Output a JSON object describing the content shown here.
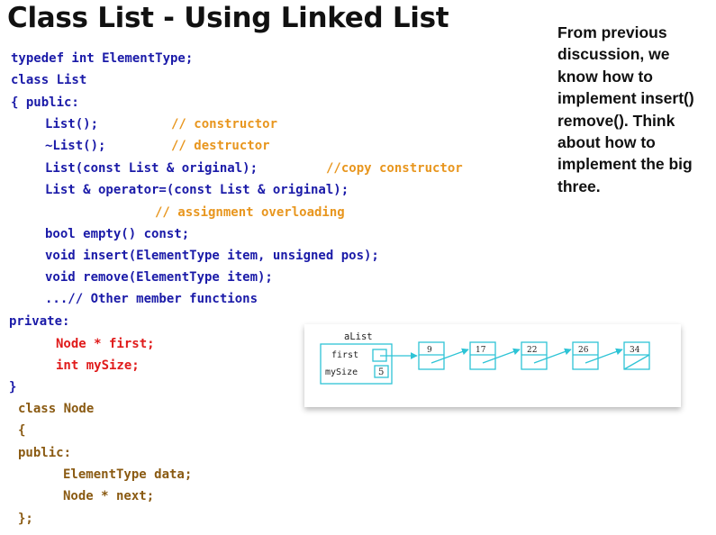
{
  "title": "Class List - Using Linked List",
  "note": "From previous discussion, we know how to implement insert() remove(). Think about how to implement the big three.",
  "code": {
    "typedef": "typedef int ElementType;",
    "class_decl": "class List",
    "public_open": "{ public:",
    "ctor": "List();",
    "ctor_comment": "// constructor",
    "dtor": "~List();",
    "dtor_comment": "// destructor",
    "copy_ctor": "List(const List & original);",
    "copy_ctor_comment": "//copy constructor",
    "assign": "List & operator=(const List & original);",
    "assign_comment": "// assignment overloading",
    "empty": "bool empty() const;",
    "insert": "void insert(ElementType item, unsigned pos);",
    "remove": "void remove(ElementType item);",
    "other": "...// Other member functions",
    "private": "private:",
    "first": "Node * first;",
    "mysize": "int mySize;",
    "close": "}",
    "node_class": "class Node",
    "node_open": "{",
    "node_public": "public:",
    "node_data": "ElementType data;",
    "node_next": "Node * next;",
    "node_close": "};"
  },
  "diagram": {
    "list_label": "aList",
    "first_label": "first",
    "mysize_label": "mySize",
    "mysize_value": "5",
    "nodes": [
      "9",
      "17",
      "22",
      "26",
      "34"
    ]
  },
  "colors": {
    "code_blue": "#1a1aa8",
    "comment_orange": "#e8961e",
    "private_red": "#e01b1b",
    "node_brown": "#8a5a12",
    "diagram_cyan": "#2ec4d6"
  }
}
